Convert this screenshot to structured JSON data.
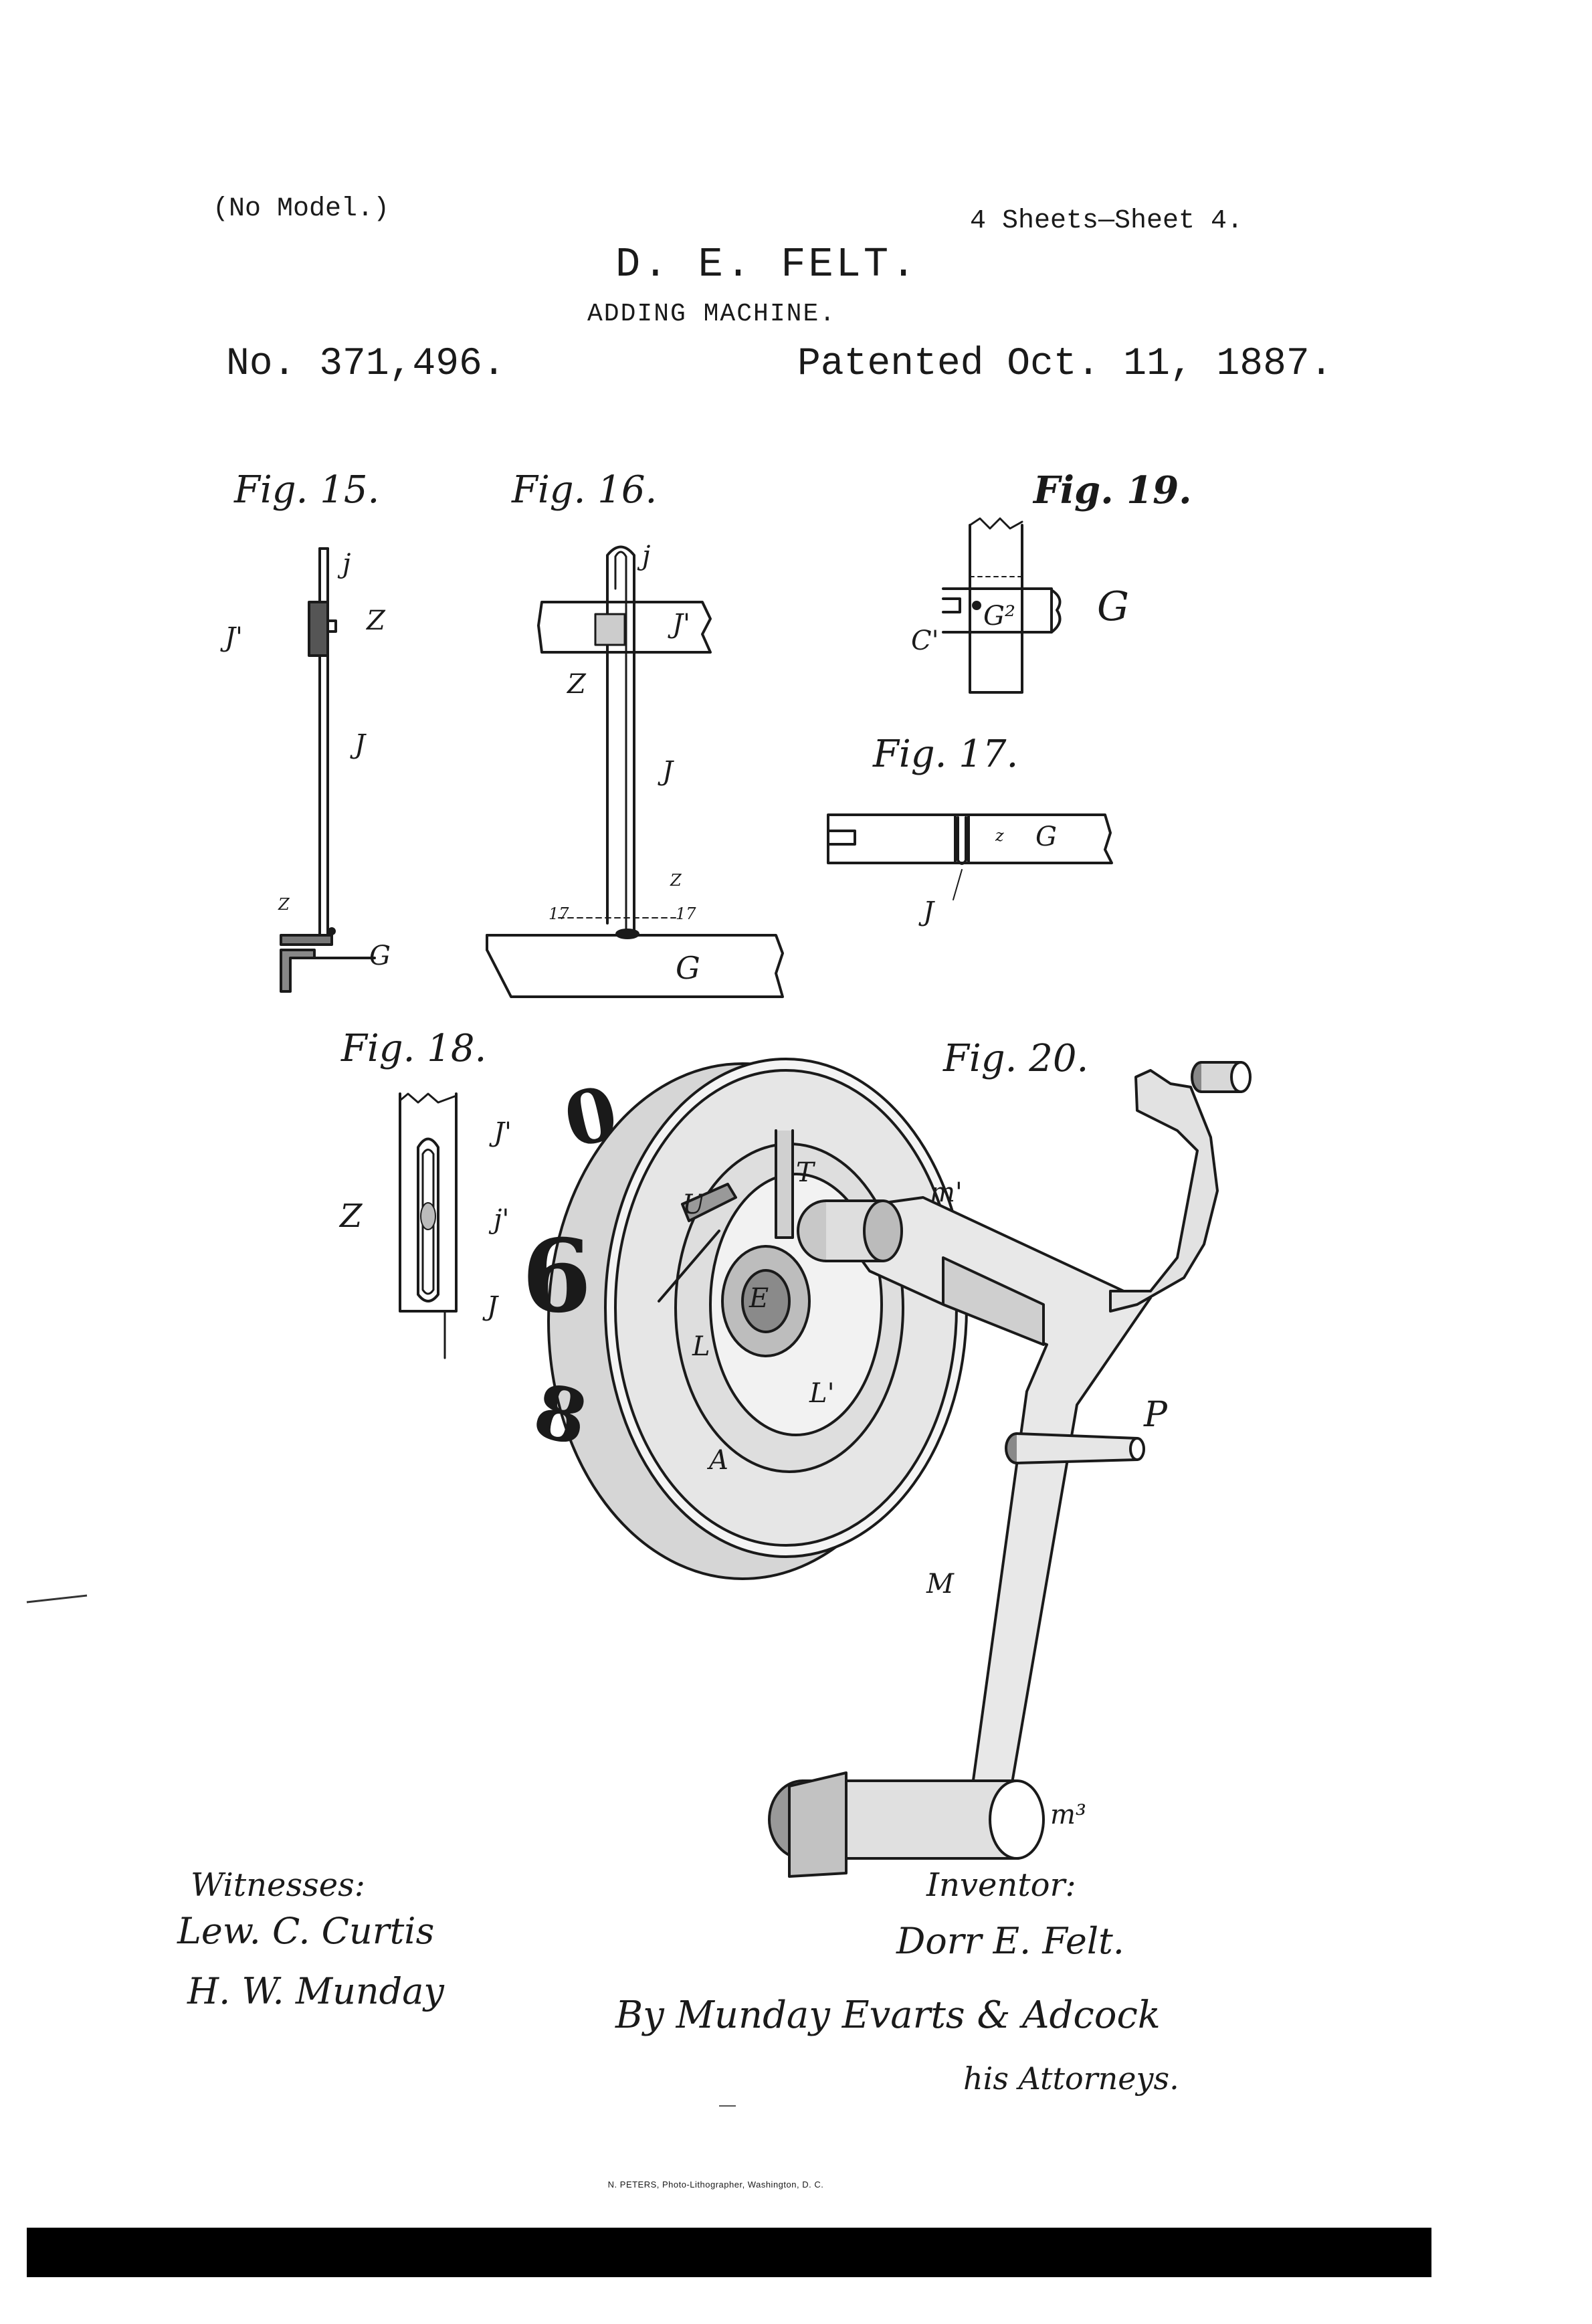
{
  "header": {
    "model_note": "(No Model.)",
    "sheets": "4 Sheets—Sheet 4.",
    "inventor": "D. E. FELT.",
    "title": "ADDING MACHINE.",
    "patent_number": "No. 371,496.",
    "patent_date": "Patented Oct. 11, 1887."
  },
  "figures": {
    "fig15": {
      "label": "Fig. 15.",
      "parts": [
        "j",
        "J'",
        "Z",
        "J",
        "Z",
        "G"
      ]
    },
    "fig16": {
      "label": "Fig. 16.",
      "parts": [
        "j",
        "J'",
        "Z",
        "J",
        "Z",
        "17",
        "17",
        "G"
      ]
    },
    "fig17": {
      "label": "Fig. 17.",
      "parts": [
        "z",
        "G",
        "J"
      ]
    },
    "fig18": {
      "label": "Fig. 18.",
      "parts": [
        "J'",
        "Z",
        "j'",
        "J"
      ]
    },
    "fig19": {
      "label": "Fig. 19.",
      "parts": [
        "C'",
        "G²",
        "G"
      ]
    },
    "fig20": {
      "label": "Fig. 20.",
      "parts": [
        "U",
        "T",
        "m'",
        "E",
        "L",
        "L'",
        "A",
        "P",
        "M",
        "m³"
      ],
      "wheel_digits": [
        "0",
        "6",
        "8"
      ]
    }
  },
  "signatures": {
    "witnesses_label": "Witnesses:",
    "witness_1": "Lew. C. Curtis",
    "witness_2": "H. W. Munday",
    "inventor_label": "Inventor:",
    "inventor_name": "Dorr E. Felt.",
    "attorneys": "By Munday Evarts & Adcock",
    "attorneys_label": "his Attorneys."
  },
  "footer": {
    "credit": "N. PETERS, Photo-Lithographer, Washington, D. C."
  }
}
